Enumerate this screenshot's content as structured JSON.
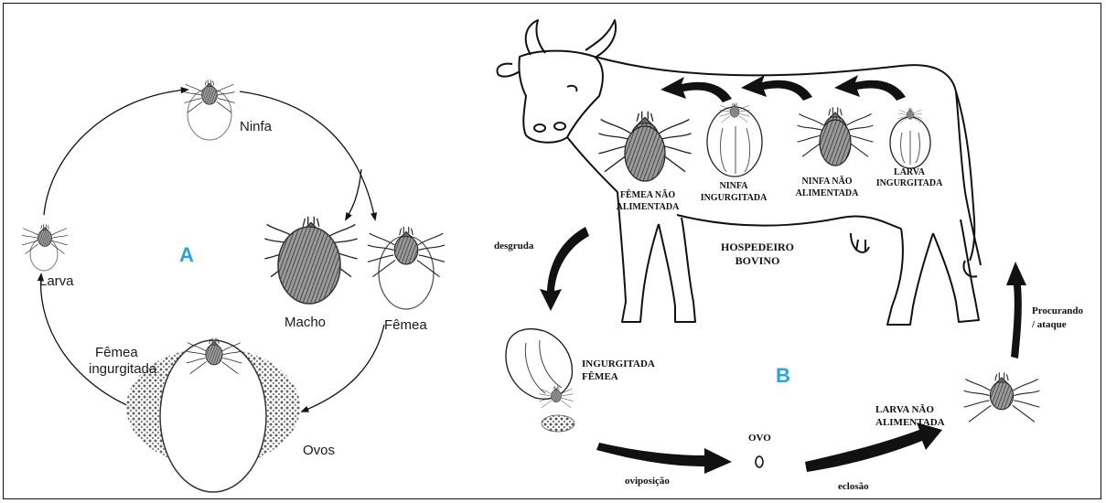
{
  "colors": {
    "panel_letter": "#29a3dc",
    "ink": "#111111",
    "body_shade": "#555555"
  },
  "panel_a": {
    "letter": "A",
    "stages": {
      "ninfa": "Ninfa",
      "macho": "Macho",
      "femea": "Fêmea",
      "larva": "Larva",
      "femea_ingurgitada_1": "Fêmea",
      "femea_ingurgitada_2": "ingurgitada",
      "ovos": "Ovos"
    }
  },
  "panel_b": {
    "letter": "B",
    "host_1": "HOSPEDEIRO",
    "host_2": "BOVINO",
    "on_host": {
      "femea_nao_1": "FÊMEA NÃO",
      "femea_nao_2": "ALIMENTADA",
      "ninfa_ing_1": "NINFA",
      "ninfa_ing_2": "INGURGITADA",
      "ninfa_nao_1": "NINFA NÃO",
      "ninfa_nao_2": "ALIMENTADA",
      "larva_ing_1": "LARVA",
      "larva_ing_2": "INGURGITADA"
    },
    "off_host": {
      "desgruda": "desgruda",
      "ingurgitada_1": "INGURGITADA",
      "ingurgitada_2": "FÊMEA",
      "ovo": "OVO",
      "oviposicao": "oviposição",
      "eclosao": "eclosão",
      "larva_nao_1": "LARVA NÃO",
      "larva_nao_2": "ALIMENTADA",
      "procurando_1": "Procurando",
      "procurando_2": "/ ataque"
    }
  }
}
